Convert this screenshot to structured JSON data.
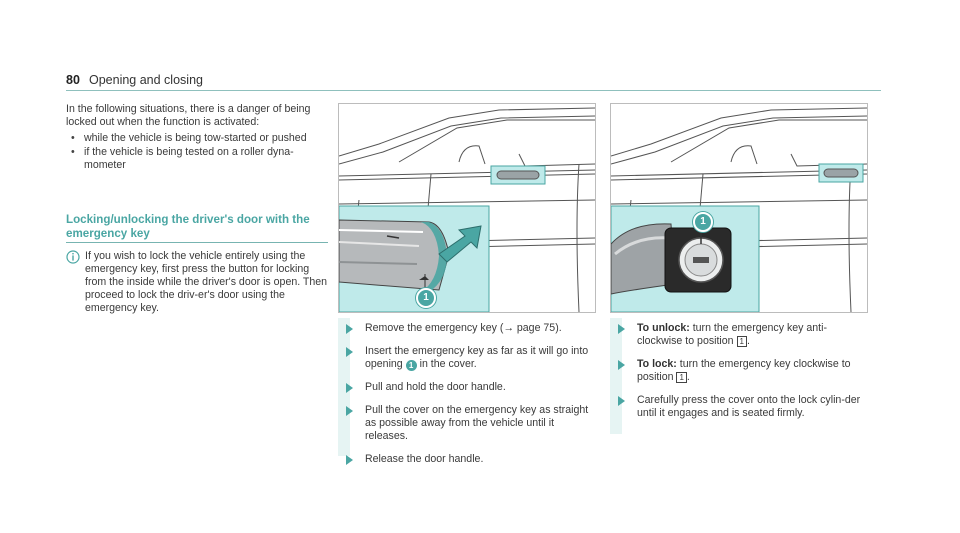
{
  "header": {
    "page_number": "80",
    "chapter": "Opening and closing"
  },
  "intro": {
    "text": "In the following situations, there is a danger of being locked out when the function is activated:",
    "bullets": [
      "while the vehicle is being tow-started or pushed",
      "if the vehicle is being tested on a roller dyna-mometer"
    ]
  },
  "section": {
    "heading": "Locking/unlocking the driver's door with the emergency key",
    "note": "If you wish to lock the vehicle entirely using the emergency key, first press the button for locking from the inside while the driver's door is open. Then proceed to lock the driv-er's door using the emergency key."
  },
  "figure1": {
    "callout": "1"
  },
  "figure2": {
    "callout": "1"
  },
  "steps_a": [
    {
      "text": "Remove the emergency key (→ page 75)."
    },
    {
      "pre": "Insert the emergency key as far as it will go into opening ",
      "badge": "1",
      "post": " in the cover."
    },
    {
      "text": "Pull and hold the door handle."
    },
    {
      "text": "Pull the cover on the emergency key as straight as possible away from the vehicle until it releases."
    },
    {
      "text": "Release the door handle."
    }
  ],
  "steps_b": [
    {
      "label": "To unlock:",
      "pre": " turn the emergency key anti-clockwise to position ",
      "box": "1",
      "post": "."
    },
    {
      "label": "To lock:",
      "pre": " turn the emergency key clockwise to position ",
      "box": "1",
      "post": "."
    },
    {
      "text": "Carefully press the cover onto the lock cylin-der until it engages and is seated firmly."
    }
  ],
  "colors": {
    "accent": "#4aa6a3",
    "highlight": "#bfeaea",
    "stripe": "#e6f4f3"
  }
}
